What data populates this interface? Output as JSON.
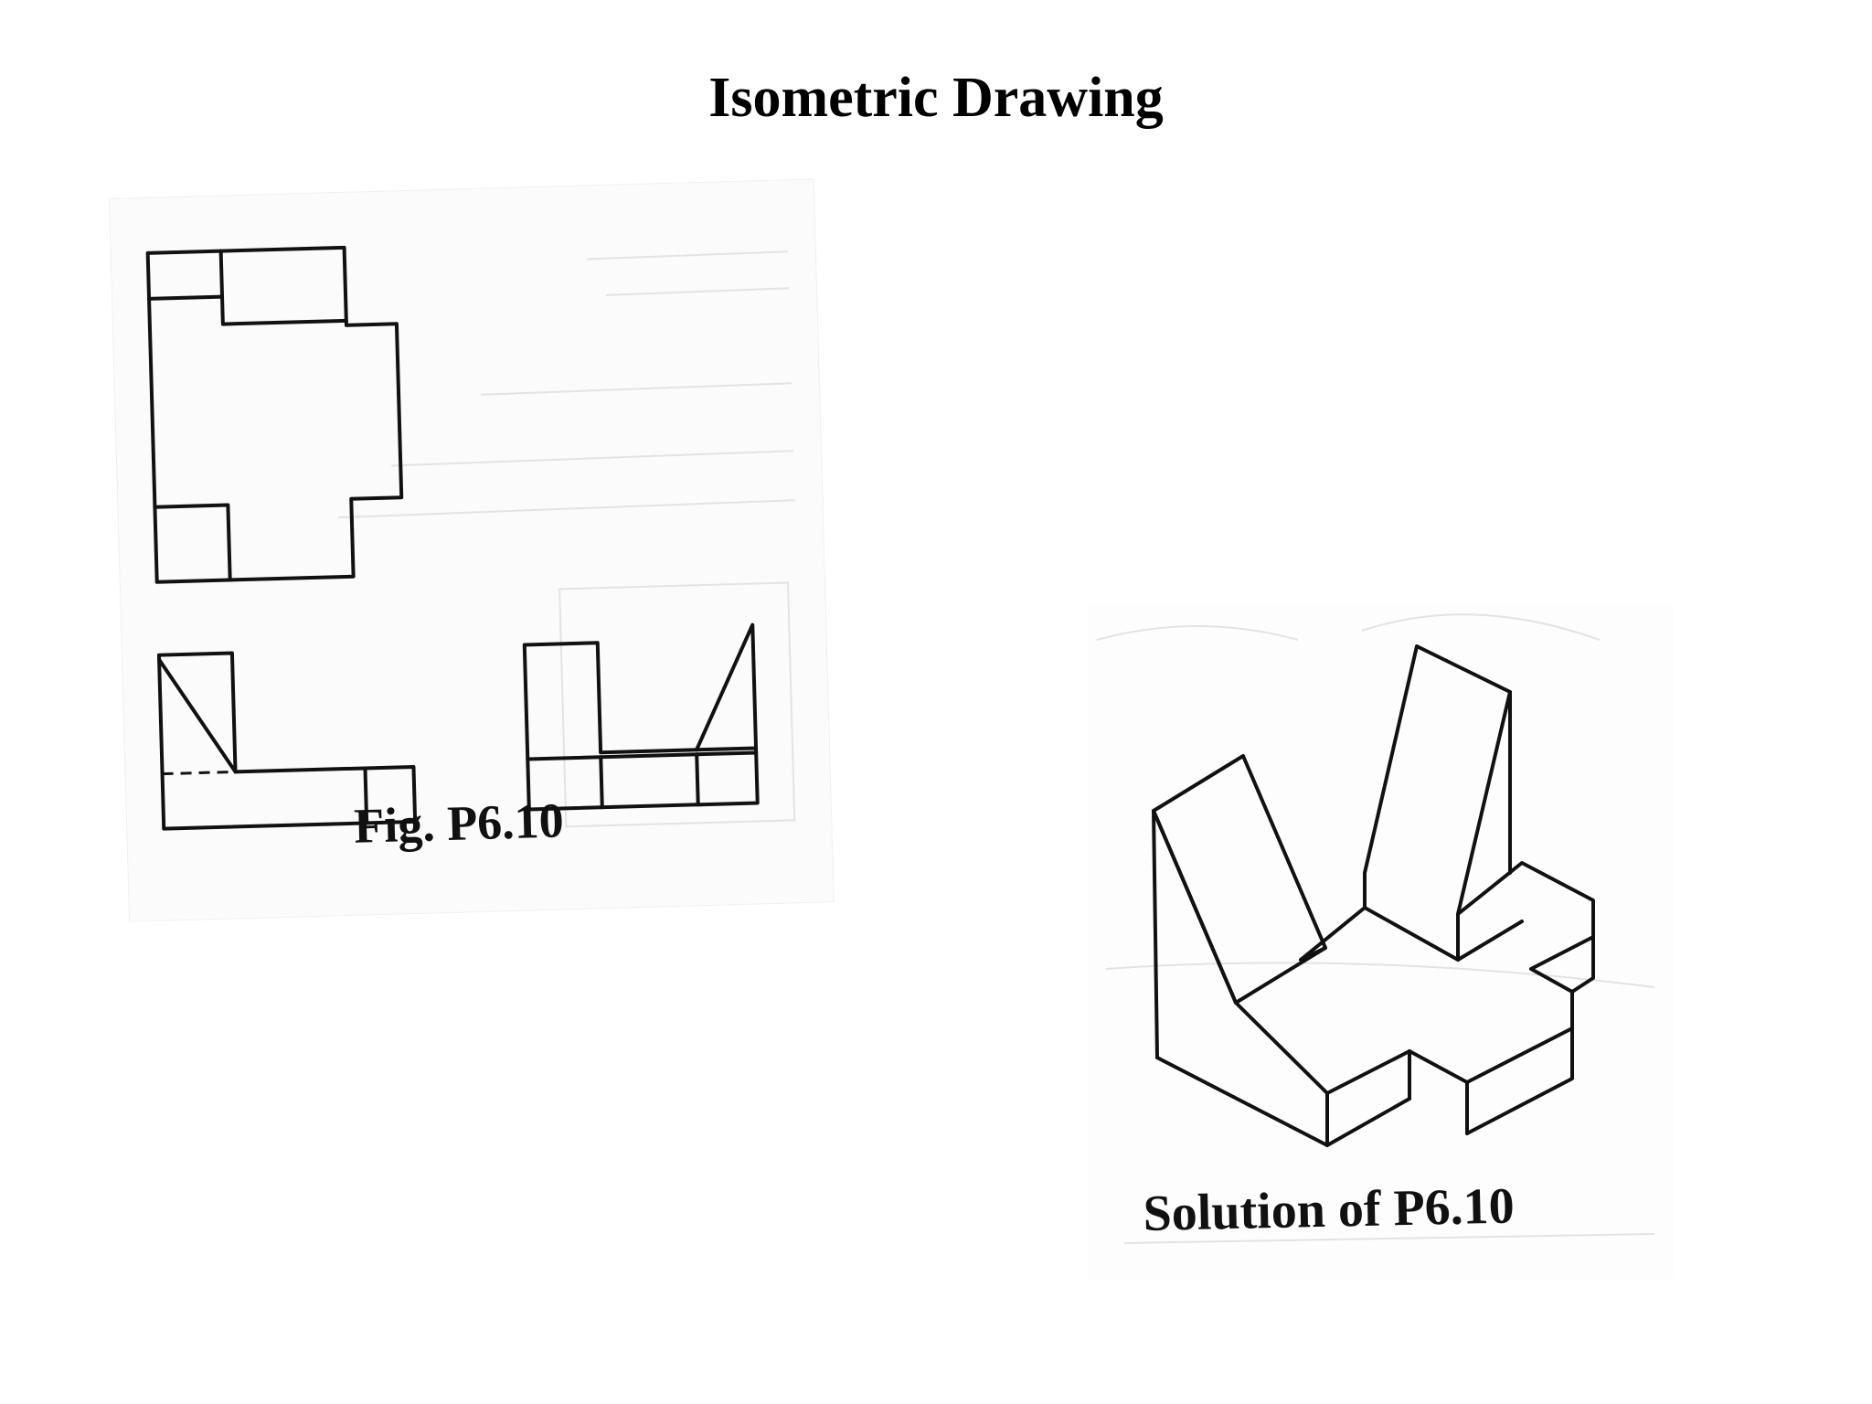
{
  "title": "Isometric Drawing",
  "figure": {
    "caption": "Fig. P6.10",
    "views": [
      "top-view",
      "front-view",
      "side-view"
    ]
  },
  "solution": {
    "caption": "Solution of P6.10"
  },
  "colors": {
    "line": "#111111",
    "background": "#ffffff",
    "scan_paper": "#fbfbfb"
  }
}
